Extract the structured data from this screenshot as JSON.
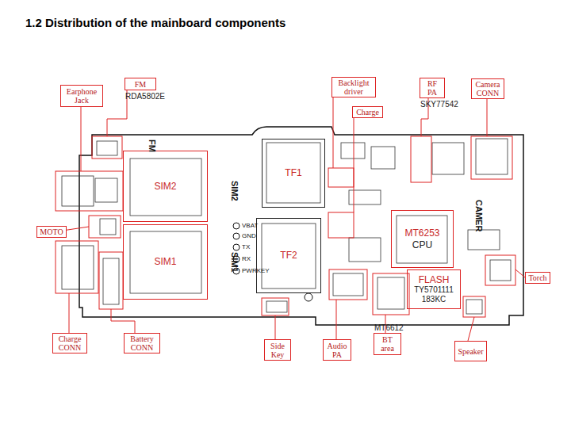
{
  "diagram": {
    "title": "1.2 Distribution of the mainboard components",
    "nodes": [
      {
        "text": [
          "Earphone Jack"
        ]
      },
      {
        "text": [
          "FM",
          "RDA5802E"
        ]
      },
      {
        "text": [
          "Backlight driver"
        ]
      },
      {
        "text": [
          "Charge"
        ]
      },
      {
        "text": [
          "RF PA",
          "SKY77542"
        ]
      },
      {
        "text": [
          "Camera CONN"
        ]
      },
      {
        "text": [
          "SIM2"
        ]
      },
      {
        "text": [
          "TF1"
        ]
      },
      {
        "text": [
          "MOTO"
        ]
      },
      {
        "text": [
          "MT6253",
          "CPU"
        ]
      },
      {
        "text": [
          "SIM1"
        ]
      },
      {
        "text": [
          "TF2"
        ]
      },
      {
        "text": [
          "FLASH",
          "TY5701111 183KC"
        ]
      },
      {
        "text": [
          "Torch"
        ]
      },
      {
        "text": [
          "Charge CONN"
        ]
      },
      {
        "text": [
          "Battery CONN"
        ]
      },
      {
        "text": [
          "Side Key"
        ]
      },
      {
        "text": [
          "Audio PA"
        ]
      },
      {
        "text": [
          "MT6612",
          "BT area"
        ]
      },
      {
        "text": [
          "Speaker"
        ]
      }
    ],
    "labels": [
      "FM",
      "SIM2",
      "SIM1",
      "VBAT",
      "GND",
      "TX",
      "RX",
      "PWRKEY",
      "CAMER"
    ]
  }
}
